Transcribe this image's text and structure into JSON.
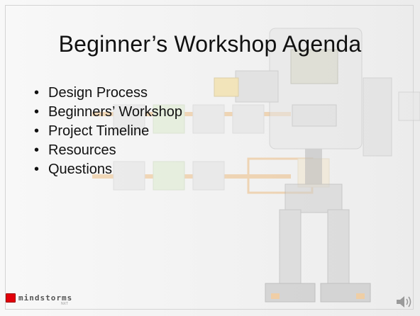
{
  "slide": {
    "title": "Beginner’s Workshop Agenda",
    "bullet_glyph": "•",
    "bullets": [
      "Design Process",
      "Beginners’ Workshop",
      "Project Timeline",
      "Resources",
      "Questions"
    ]
  },
  "footer": {
    "logo_text": "mindstorms",
    "logo_subtext": "NXT"
  },
  "icons": {
    "speaker": "speaker-icon",
    "background": "robot-background-image"
  },
  "colors": {
    "text": "#111111",
    "lego_red": "#e3000b",
    "frame": "#d4d4d4"
  }
}
